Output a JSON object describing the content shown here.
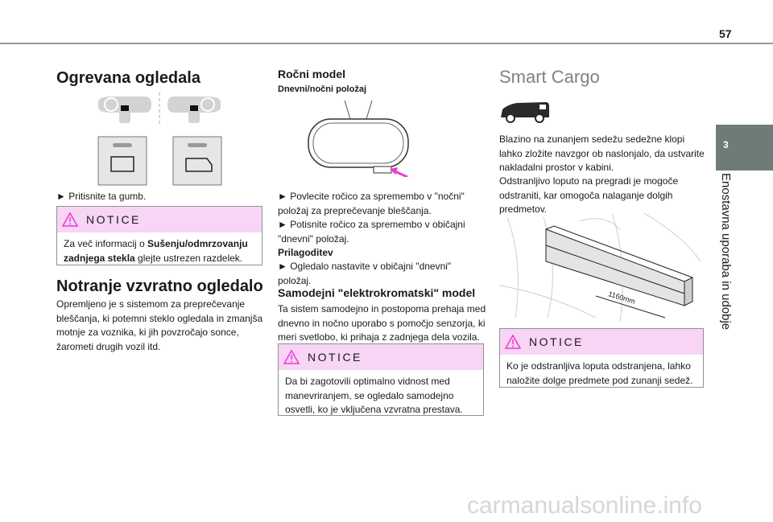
{
  "page": {
    "number": "57",
    "chapter_number": "3",
    "chapter_title": "Enostavna uporaba in udobje"
  },
  "col1": {
    "title": "Ogrevana ogledala",
    "step": "► Pritisnite ta gumb.",
    "notice": {
      "label": "NOTICE",
      "text_pre": "Za več informacij o ",
      "text_bold": "Sušenju/odmrzovanju zadnjega stekla",
      "text_post": " glejte ustrezen razdelek."
    },
    "heading2": "Notranje vzvratno ogledalo",
    "paragraph": "Opremljeno je s sistemom za preprečevanje bleščanja, ki potemni steklo ogledala in zmanjša motnje za voznika, ki jih povzročajo sonce, žarometi drugih vozil itd."
  },
  "col2": {
    "title": "Ročni model",
    "subtitle": "Dnevni/nočni položaj",
    "step1": "► Povlecite ročico za spremembo v \"nočni\" položaj za preprečevanje bleščanja.",
    "step2": "► Potisnite ročico za spremembo v običajni \"dnevni\" položaj.",
    "adjust_label": "Prilagoditev",
    "step3": "► Ogledalo nastavite v običajni \"dnevni\" položaj.",
    "heading2": "Samodejni \"elektrokromatski\" model",
    "paragraph": "Ta sistem samodejno in postopoma prehaja med dnevno in nočno uporabo s pomočjo senzorja, ki meri svetlobo, ki prihaja z zadnjega dela vozila.",
    "notice": {
      "label": "NOTICE",
      "text": "Da bi zagotovili optimalno vidnost med manevriranjem, se ogledalo samodejno osvetli, ko je vključena vzvratna prestava."
    }
  },
  "col3": {
    "title": "Smart Cargo",
    "paragraph1": "Blazino na zunanjem sedežu sedežne klopi lahko zložite navzgor ob naslonjalo, da ustvarite nakladalni prostor v kabini.",
    "paragraph2": "Odstranljivo loputo na pregradi je mogoče odstraniti, kar omogoča nalaganje dolgih predmetov.",
    "dimension": "1160mm",
    "notice": {
      "label": "NOTICE",
      "text": "Ko je odstranljiva loputa odstranjena, lahko naložite dolge predmete pod zunanji sedež."
    }
  },
  "watermark": "carmanualsonline.info",
  "colors": {
    "notice_bg": "#f8d4f5",
    "warning": "#e83ad8",
    "tab": "#6e7b79"
  }
}
